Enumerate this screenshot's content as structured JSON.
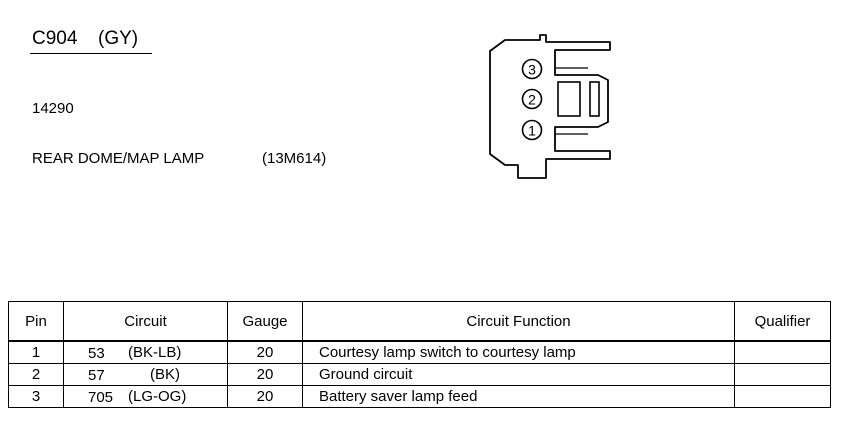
{
  "connector": {
    "id": "C904",
    "color": "(GY)",
    "part_number": "14290",
    "component": "REAR DOME/MAP LAMP",
    "component_code": "(13M614)",
    "pin_labels": [
      "3",
      "2",
      "1"
    ]
  },
  "table": {
    "headers": {
      "pin": "Pin",
      "circuit": "Circuit",
      "gauge": "Gauge",
      "function": "Circuit Function",
      "qualifier": "Qualifier"
    },
    "rows": [
      {
        "pin": "1",
        "circuit": "53",
        "color": "(BK-LB)",
        "gauge": "20",
        "function": "Courtesy lamp switch to courtesy lamp",
        "qualifier": ""
      },
      {
        "pin": "2",
        "circuit": "57",
        "color": "(BK)",
        "gauge": "20",
        "function": "Ground circuit",
        "qualifier": ""
      },
      {
        "pin": "3",
        "circuit": "705",
        "color": "(LG-OG)",
        "gauge": "20",
        "function": "Battery saver lamp feed",
        "qualifier": ""
      }
    ]
  }
}
